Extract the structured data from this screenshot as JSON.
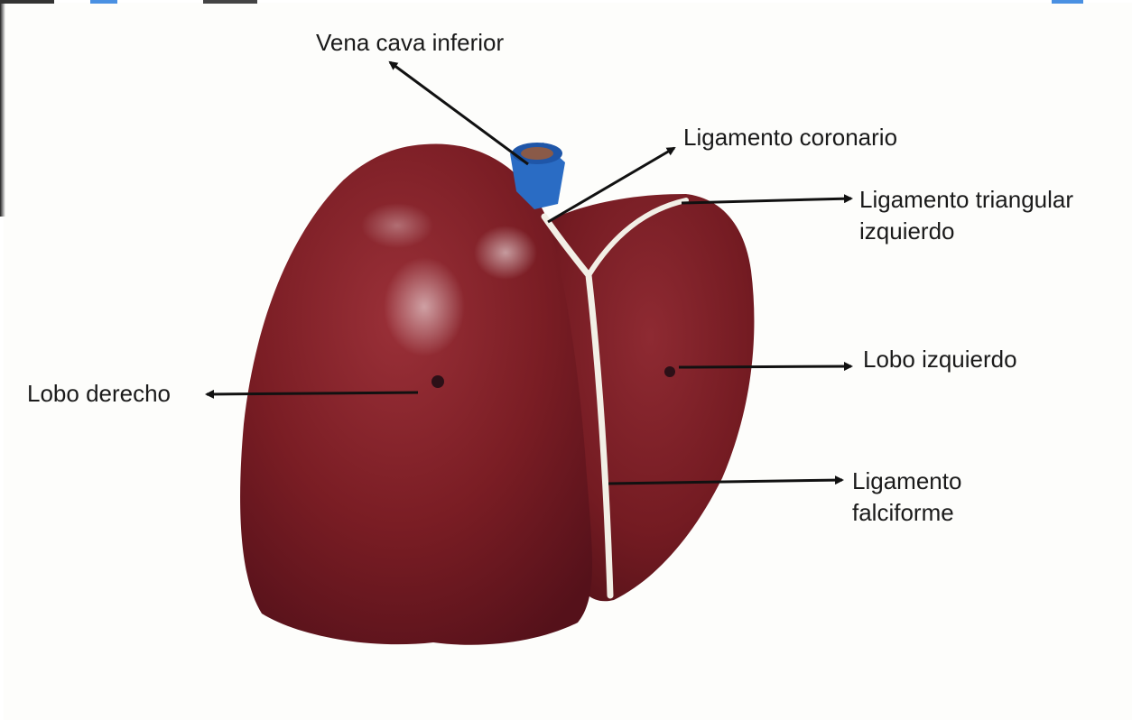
{
  "labels": {
    "vena_cava": "Vena cava inferior",
    "ligamento_coronario": "Ligamento coronario",
    "ligamento_triangular": [
      "Ligamento triangular",
      "izquierdo"
    ],
    "lobo_izquierdo": "Lobo izquierdo",
    "lobo_derecho": "Lobo derecho",
    "ligamento_falciforme": [
      "Ligamento",
      "falciforme"
    ]
  },
  "colors": {
    "liver": "#7a1d24",
    "liver_dark": "#5a1218",
    "vein": "#2a6cc4",
    "ligament": "#f2efe6",
    "arrow": "#111111"
  }
}
